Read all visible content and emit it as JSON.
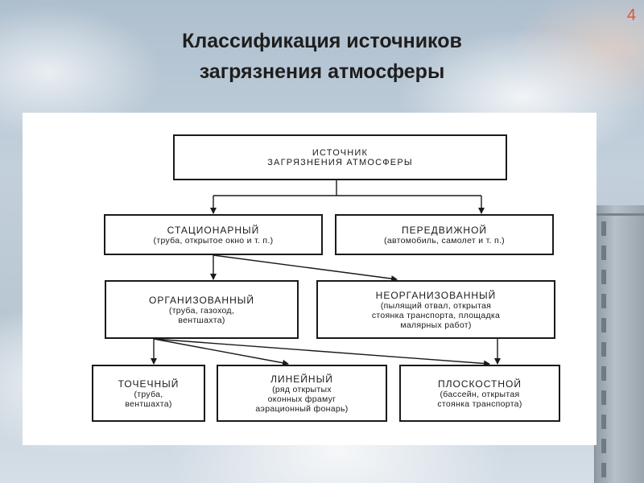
{
  "slide": {
    "page_number": "4",
    "title_line1": "Классификация источников",
    "title_line2": "загрязнения атмосферы"
  },
  "diagram": {
    "root": {
      "line1": "ИСТОЧНИК",
      "line2": "ЗАГРЯЗНЕНИЯ АТМОСФЕРЫ"
    },
    "stationary": {
      "title": "СТАЦИОНАРНЫЙ",
      "note": "(труба, открытое окно и т. п.)"
    },
    "mobile": {
      "title": "ПЕРЕДВИЖНОЙ",
      "note": "(автомобиль, самолет и т. п.)"
    },
    "organized": {
      "title": "ОРГАНИЗОВАННЫЙ",
      "note_line1": "(труба, газоход,",
      "note_line2": "вентшахта)"
    },
    "unorganized": {
      "title": "НЕОРГАНИЗОВАННЫЙ",
      "note_line1": "(пылящий отвал, открытая",
      "note_line2": "стоянка транспорта, площадка",
      "note_line3": "малярных работ)"
    },
    "point": {
      "title": "ТОЧЕЧНЫЙ",
      "note_line1": "(труба,",
      "note_line2": "вентшахта)"
    },
    "linear": {
      "title": "ЛИНЕЙНЫЙ",
      "note_line1": "(ряд открытых",
      "note_line2": "оконных фрамуг",
      "note_line3": "аэрационный фонарь)"
    },
    "areal": {
      "title": "ПЛОСКОСТНОЙ",
      "note_line1": "(бассейн, открытая",
      "note_line2": "стоянка транспорта)"
    }
  }
}
